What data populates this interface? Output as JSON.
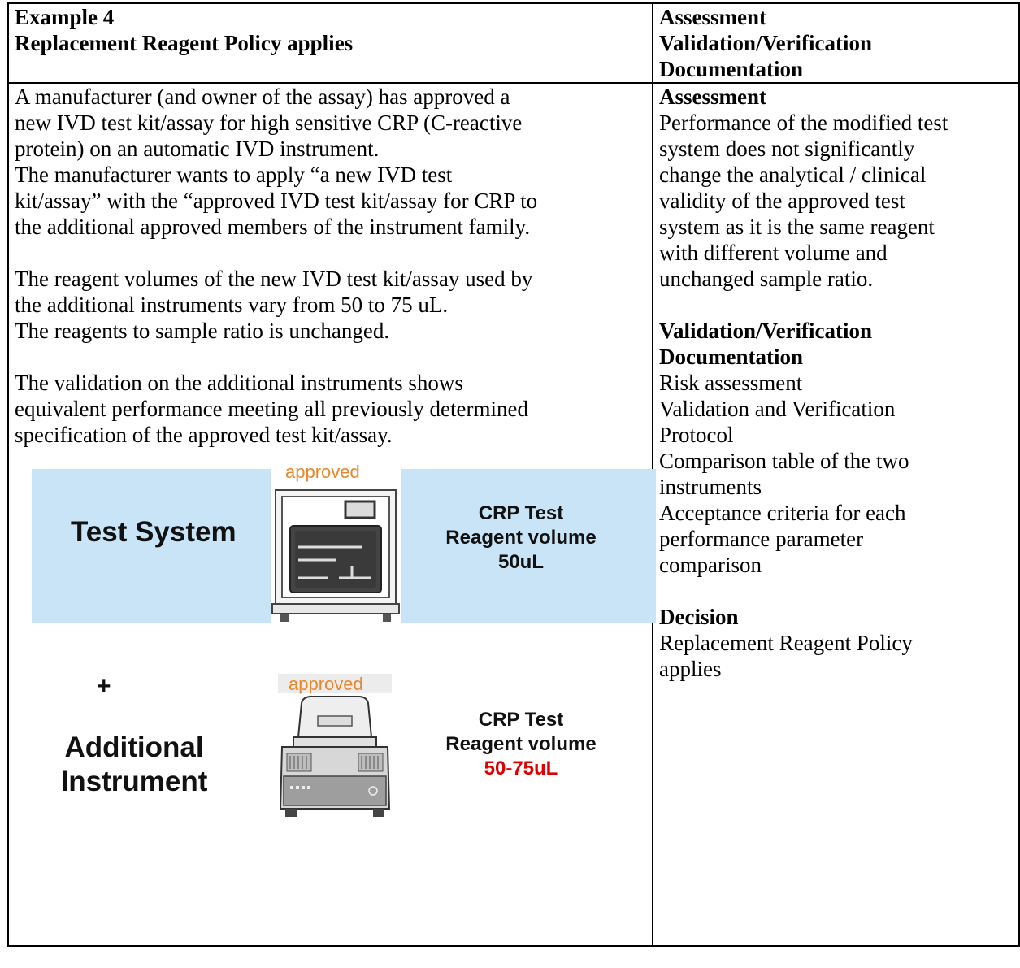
{
  "header": {
    "left_line1": "Example 4",
    "left_line2": "Replacement Reagent Policy applies",
    "right_line1": "Assessment",
    "right_line2": "Validation/Verification",
    "right_line3": "Documentation"
  },
  "left": {
    "p1": [
      "A manufacturer (and owner of the assay) has approved a",
      "new IVD test kit/assay for high sensitive CRP (C-reactive",
      "protein) on an automatic IVD instrument.",
      "The manufacturer wants to apply “a new IVD test",
      "kit/assay” with the “approved IVD test kit/assay for CRP to",
      "the additional approved members of the instrument family."
    ],
    "p2": [
      "The reagent volumes of the new IVD test kit/assay used by",
      "the additional instruments vary from 50 to 75 uL.",
      "The reagents to sample ratio is unchanged."
    ],
    "p3": [
      "The validation on the additional instruments shows",
      "equivalent performance meeting all previously determined",
      "specification of the approved test kit/assay."
    ]
  },
  "figure": {
    "test_system_label": "Test System",
    "approved_label_1": "approved",
    "crp_label_1": "CRP Test",
    "reagent_label_1": "Reagent volume",
    "volume_1": "50uL",
    "plus_label": "+",
    "additional_line1": "Additional",
    "additional_line2": "Instrument",
    "approved_label_2": "approved",
    "crp_label_2": "CRP Test",
    "reagent_label_2": "Reagent volume",
    "volume_2": "50-75uL",
    "volume_2_color": "#e00000",
    "panel_color": "#c9e3f7",
    "approved_color": "#e8872b"
  },
  "right": {
    "assessment_heading": "Assessment",
    "assessment_text": [
      "Performance of the modified test",
      "system does not significantly",
      "change the analytical / clinical",
      "validity of the approved test",
      "system as it is the same reagent",
      "with different volume and",
      "unchanged sample ratio."
    ],
    "validation_heading_1": "Validation/Verification",
    "validation_heading_2": "Documentation",
    "validation_items": [
      "Risk assessment",
      "Validation and Verification",
      "Protocol",
      "Comparison table of the two",
      "instruments",
      "Acceptance criteria for each",
      "performance parameter",
      "comparison"
    ],
    "decision_heading": "Decision",
    "decision_text": [
      "Replacement Reagent Policy",
      "applies"
    ]
  }
}
